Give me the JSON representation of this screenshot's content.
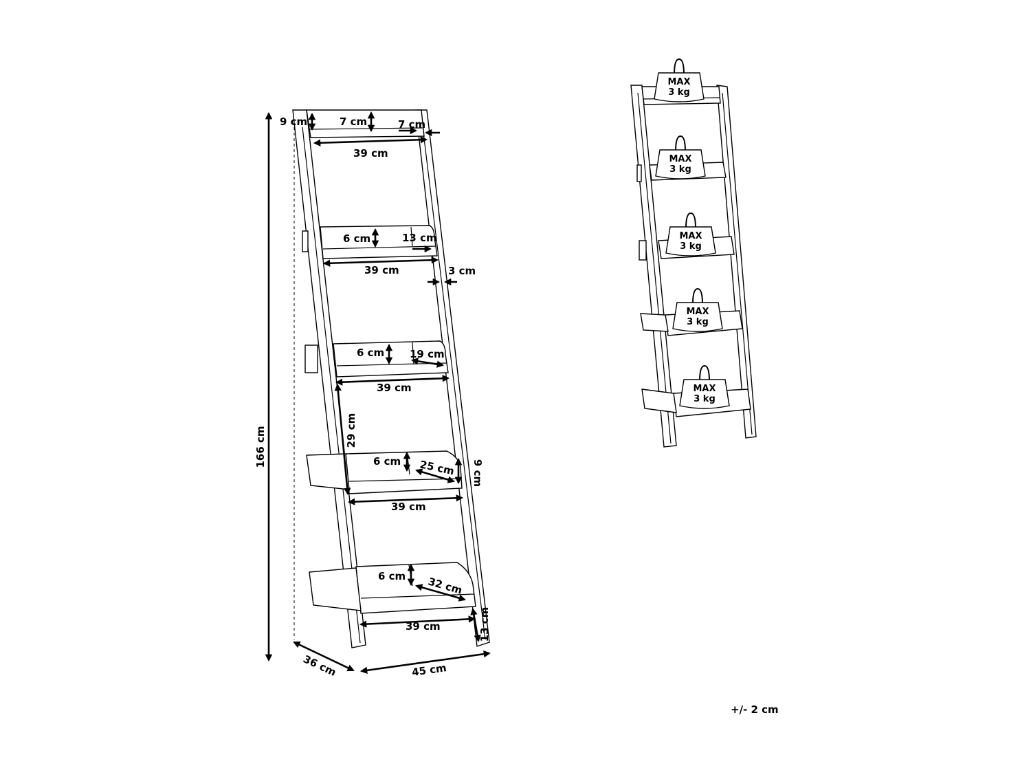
{
  "diagram": {
    "overall_height": "166 cm",
    "depth": "36 cm",
    "width": "45 cm",
    "top_shelf": {
      "height": "9 cm",
      "board": "7 cm",
      "side": "7 cm",
      "width": "39 cm"
    },
    "shelf_2": {
      "rim": "6 cm",
      "depth": "13 cm",
      "width": "39 cm",
      "rail": "3 cm"
    },
    "shelf_3": {
      "rim": "6 cm",
      "depth": "19 cm",
      "width": "39 cm",
      "spacing": "29 cm"
    },
    "shelf_4": {
      "rim": "6 cm",
      "depth": "25 cm",
      "width": "39 cm",
      "box_height": "9 cm"
    },
    "shelf_5": {
      "rim": "6 cm",
      "depth": "32 cm",
      "width": "39 cm",
      "foot": "13 cm"
    },
    "tolerance": "+/- 2 cm"
  },
  "load": {
    "weights": [
      {
        "label": "MAX",
        "value": "3 kg"
      },
      {
        "label": "MAX",
        "value": "3 kg"
      },
      {
        "label": "MAX",
        "value": "3 kg"
      },
      {
        "label": "MAX",
        "value": "3 kg"
      },
      {
        "label": "MAX",
        "value": "3 kg"
      }
    ]
  }
}
